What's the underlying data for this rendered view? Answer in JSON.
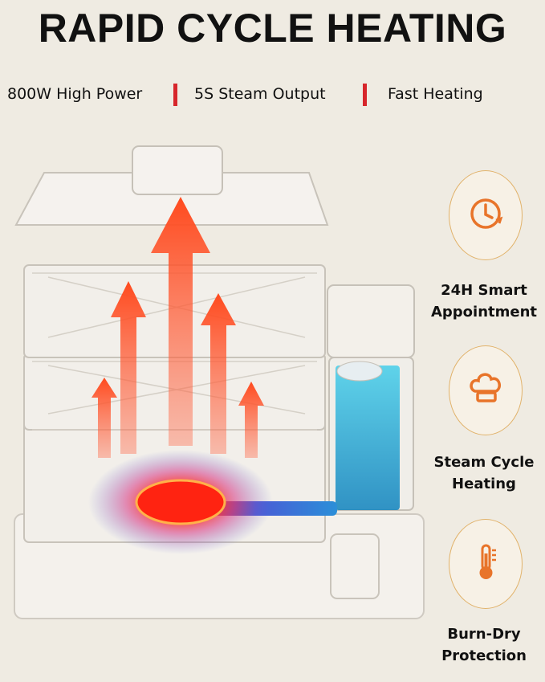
{
  "title": "RAPID CYCLE HEATING",
  "specs": [
    "800W High Power",
    "5S Steam Output",
    "Fast Heating"
  ],
  "features": [
    {
      "icon": "clock-icon",
      "line1": "24H Smart",
      "line2": "Appointment"
    },
    {
      "icon": "chef-hat-icon",
      "line1": "Steam Cycle",
      "line2": "Heating"
    },
    {
      "icon": "thermometer-icon",
      "line1": "Burn-Dry",
      "line2": "Protection"
    }
  ],
  "colors": {
    "accent": "#d7262b",
    "icon": "#e8742a",
    "badge_border": "#e1b26a",
    "water": "#2fb6d6",
    "heat": "#ef3a1f"
  }
}
